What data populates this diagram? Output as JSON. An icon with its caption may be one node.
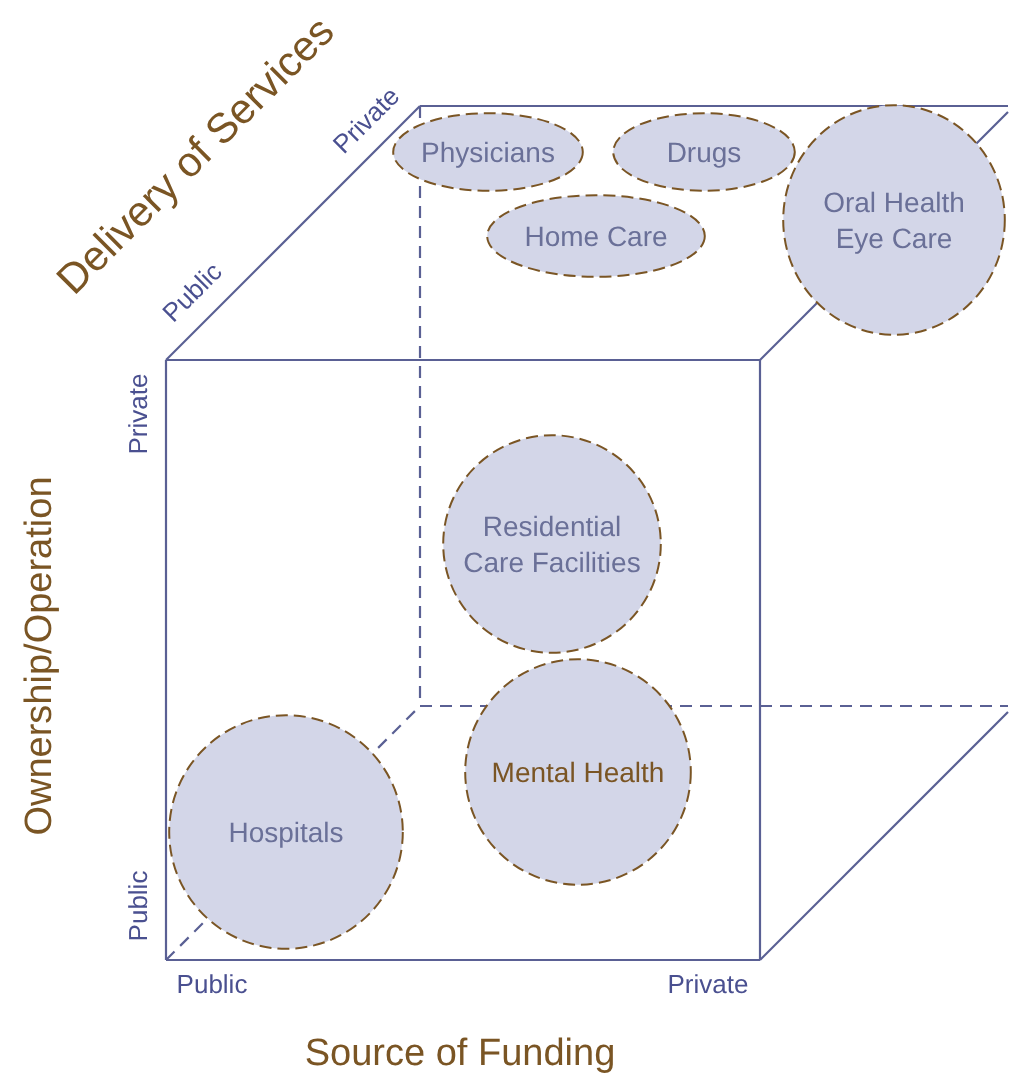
{
  "diagram": {
    "nodes": [
      {
        "text": [
          "Physicians"
        ]
      },
      {
        "text": [
          "Drugs"
        ]
      },
      {
        "text": [
          "Home Care"
        ]
      },
      {
        "text": [
          "Oral Health Eye Care"
        ]
      },
      {
        "text": [
          "Residential Care Facilities"
        ]
      },
      {
        "text": [
          "Mental Health"
        ]
      },
      {
        "text": [
          "Hospitals"
        ]
      }
    ],
    "edges": [],
    "labels": [
      "Delivery of Services",
      "Private",
      "Public",
      "Private",
      "Ownership/Operation",
      "Public",
      "Public",
      "Private",
      "Source of Funding"
    ]
  }
}
